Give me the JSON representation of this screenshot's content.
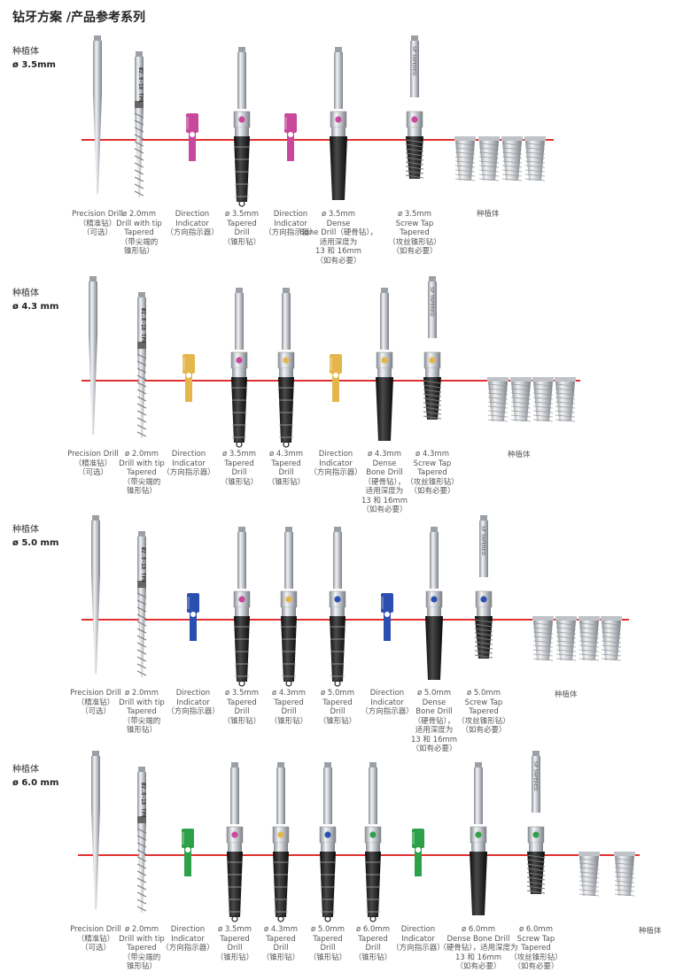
{
  "title": "钻牙方案 /产品参考系列",
  "drill_marking": "Ø2.8-18 TPR",
  "tap_marking": "SP TAPERED",
  "colors": {
    "magenta": "#c8489c",
    "gold": "#e4b64c",
    "blue": "#2b4fb0",
    "green": "#2fa04a",
    "red": "#e03030"
  },
  "sections": [
    {
      "label": "种植体",
      "diameter": "ø 3.5mm",
      "captions": [
        "Precision Drill\n（精准钻）\n（可选）",
        "ø 2.0mm\nDrill with tip\nTapered\n（带尖端的\n锥形钻）",
        "Direction\nIndicator\n（方向指示器）",
        "ø 3.5mm\nTapered\nDrill\n（锥形钻）",
        "Direction\nIndicator\n（方向指示器）",
        "ø 3.5mm\nDense\nBone Drill（硬骨钻），\n适用深度为\n13 和 16mm\n（如有必要）",
        "ø 3.5mm\nScrew Tap\nTapered\n（攻丝锥形钻）\n（如有必要）"
      ],
      "implant_label": "种植体"
    },
    {
      "label": "种植体",
      "diameter": "ø 4.3 mm",
      "captions": [
        "Precision Drill\n（精准钻）\n（可选）",
        "ø 2.0mm\nDrill with tip\nTapered\n（带尖端的\n锥形钻）",
        "Direction\nIndicator\n（方向指示器）",
        "ø 3.5mm\nTapered\nDrill\n（锥形钻）",
        "ø 4.3mm\nTapered\nDrill\n（锥形钻）",
        "Direction\nIndicator\n（方向指示器）",
        "ø 4.3mm\nDense\nBone Drill\n（硬骨钻），\n适用深度为\n13 和 16mm\n（如有必要）",
        "ø 4.3mm\nScrew Tap\nTapered\n（攻丝锥形钻）\n（如有必要）"
      ],
      "implant_label": "种植体"
    },
    {
      "label": "种植体",
      "diameter": "ø 5.0 mm",
      "captions": [
        "Precision Drill\n（精准钻）\n（可选）",
        "ø 2.0mm\nDrill with tip\nTapered\n（带尖端的\n锥形钻）",
        "Direction\nIndicator\n（方向指示器）",
        "ø 3.5mm\nTapered\nDrill\n（锥形钻）",
        "ø 4.3mm\nTapered\nDrill\n（锥形钻）",
        "ø 5.0mm\nTapered\nDrill\n（锥形钻）",
        "Direction\nIndicator\n（方向指示器）",
        "ø 5.0mm\nDense\nBone Drill\n（硬骨钻），\n适用深度为\n13 和 16mm\n（如有必要）",
        "ø 5.0mm\nScrew Tap\nTapered\n（攻丝锥形钻）\n（如有必要）"
      ],
      "implant_label": "种植体"
    },
    {
      "label": "种植体",
      "diameter": "ø 6.0 mm",
      "captions": [
        "Precision Drill\n（精准钻）\n（可选）",
        "ø 2.0mm\nDrill with tip\nTapered\n（带尖端的\n锥形钻）",
        "Direction\nIndicator\n（方向指示器）",
        "ø 3.5mm\nTapered\nDrill\n（锥形钻）",
        "ø 4.3mm\nTapered\nDrill\n（锥形钻）",
        "ø 5.0mm\nTapered\nDrill\n（锥形钻）",
        "ø 6.0mm\nTapered\nDrill\n（锥形钻）",
        "Direction\nIndicator\n（方向指示器）",
        "ø 6.0mm\nDense Bone Drill\n（硬骨钻），适用深度为\n13 和 16mm\n（如有必要）",
        "ø 6.0mm\nScrew Tap\nTapered\n（攻丝锥形钻）\n（如有必要）"
      ],
      "implant_label": "种植体"
    }
  ]
}
